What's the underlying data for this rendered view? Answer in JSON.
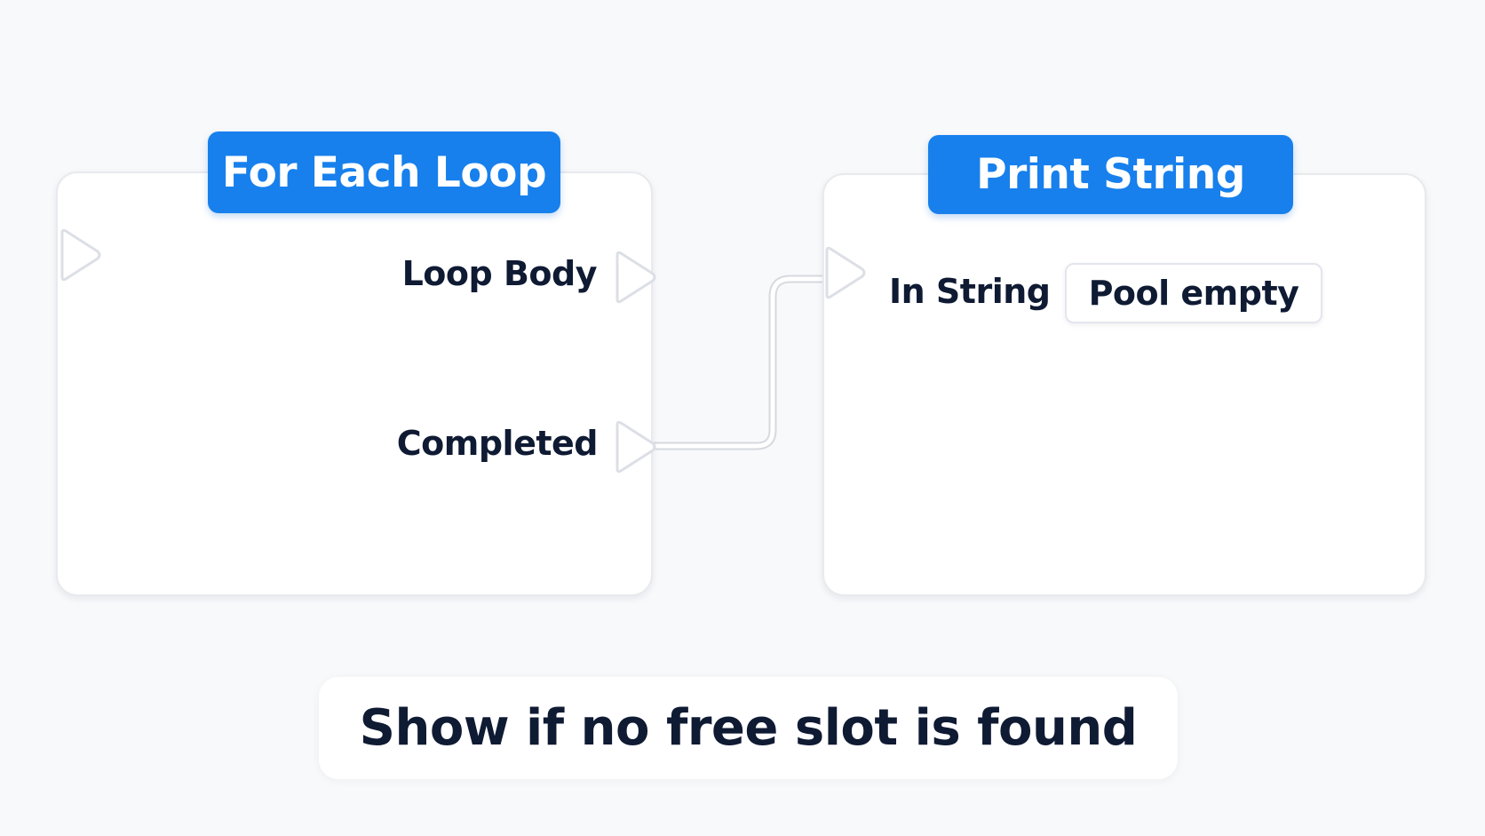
{
  "nodes": {
    "for_each_loop": {
      "title": "For Each Loop",
      "outputs": {
        "loop_body": "Loop Body",
        "completed": "Completed"
      }
    },
    "print_string": {
      "title": "Print String",
      "inputs": {
        "in_string_label": "In String",
        "in_string_value": "Pool empty"
      }
    }
  },
  "connections": [
    {
      "from": "For Each Loop.Completed",
      "to": "Print String.exec"
    }
  ],
  "caption": "Show if no free slot is found",
  "colors": {
    "header_blue": "#1780ec",
    "text_dark": "#0f1a33",
    "background": "#f8f9fb",
    "node_fill": "#ffffff"
  }
}
